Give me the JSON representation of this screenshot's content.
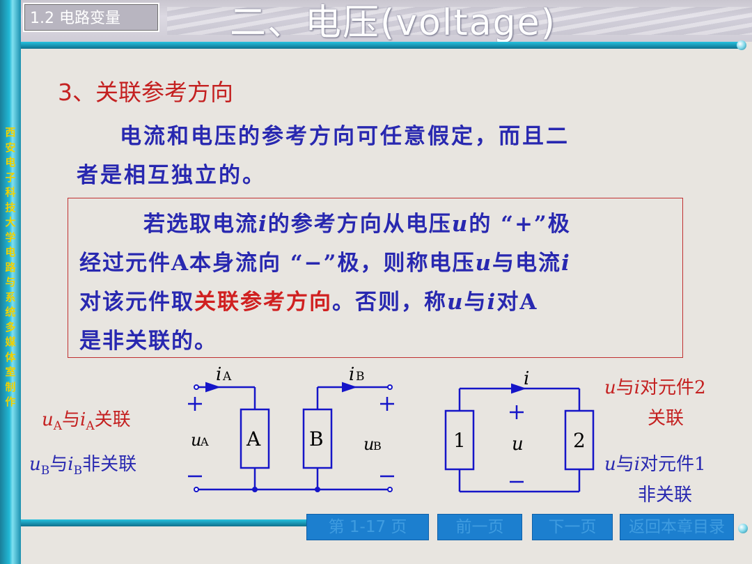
{
  "header": {
    "section_tag": "1.2 电路变量",
    "title": "二、电压(voltage)"
  },
  "sidebar": {
    "vertical_text": "西安电子科技大学电路与系统多媒体室制作"
  },
  "content": {
    "heading": "3、关联参考方向",
    "para_line1": "电流和电压的参考方向可任意假定，而且二",
    "para_line2": "者是相互独立的。",
    "definition": {
      "l1_a": "若选取电流",
      "l1_i": "i",
      "l1_b": "的参考方向从电压",
      "l1_u": "u",
      "l1_c": "的 “+”极",
      "l2_a": "经过元件A本身流向 “−”极，则称电压",
      "l2_u": "u",
      "l2_b": "与电流",
      "l2_i": "i",
      "l3_a": "对该元件取",
      "l3_red": "关联参考方向",
      "l3_b": "。否则，称",
      "l3_u": "u",
      "l3_c": "与",
      "l3_i": "i",
      "l3_d": "对A",
      "l4": "是非关联的。"
    }
  },
  "circuit": {
    "iA_main": "i",
    "iA_sub": "A",
    "iB_main": "i",
    "iB_sub": "B",
    "i3": "i",
    "uA_main": "u",
    "uA_sub": "A",
    "uB_main": "u",
    "uB_sub": "B",
    "u3": "u",
    "elemA": "A",
    "elemB": "B",
    "elem1": "1",
    "elem2": "2",
    "plus": "+",
    "minus": "−"
  },
  "labels": {
    "assoc_u": "u",
    "assoc_usub": "A",
    "assoc_mid": "与",
    "assoc_i": "i",
    "assoc_isub": "A",
    "assoc_end": "关联",
    "non_u": "u",
    "non_usub": "B",
    "non_mid": "与",
    "non_i": "i",
    "non_isub": "B",
    "non_end": "非关联",
    "r1_u": "u",
    "r1_mid": "与",
    "r1_i": "i",
    "r1_end": "对元件2",
    "r1_line2": "关联",
    "r2_u": "u",
    "r2_mid": "与",
    "r2_i": "i",
    "r2_end": "对元件1",
    "r2_line2": "非关联"
  },
  "nav": {
    "page": "第 1-17 页",
    "prev": "前一页",
    "next": "下一页",
    "back": "返回本章目录"
  }
}
